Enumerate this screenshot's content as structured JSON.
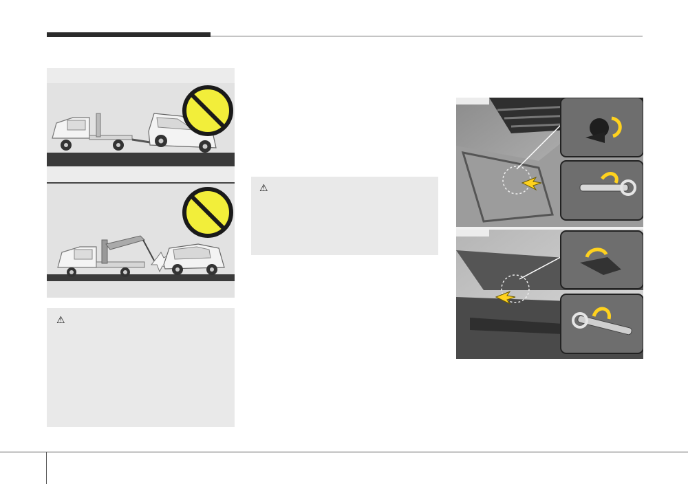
{
  "colors": {
    "panel_bg": "#e9e9e9",
    "prohibition_yellow": "#f2ee3a",
    "prohibition_red": "#1a1a1a",
    "arrow_yellow": "#ffd21e",
    "ground": "#3a3a3a"
  },
  "icons": {
    "warning_left": "⚠",
    "warning_middle": "⚠"
  },
  "illustrations": [
    {
      "name": "flatbed-wheel-lift-tow-prohibited",
      "icon": "prohibition-icon"
    },
    {
      "name": "boom-crane-tow-prohibited",
      "icon": "prohibition-icon"
    },
    {
      "name": "front-tow-hook-install-steps",
      "icon": "yellow-arrow-icon"
    }
  ]
}
